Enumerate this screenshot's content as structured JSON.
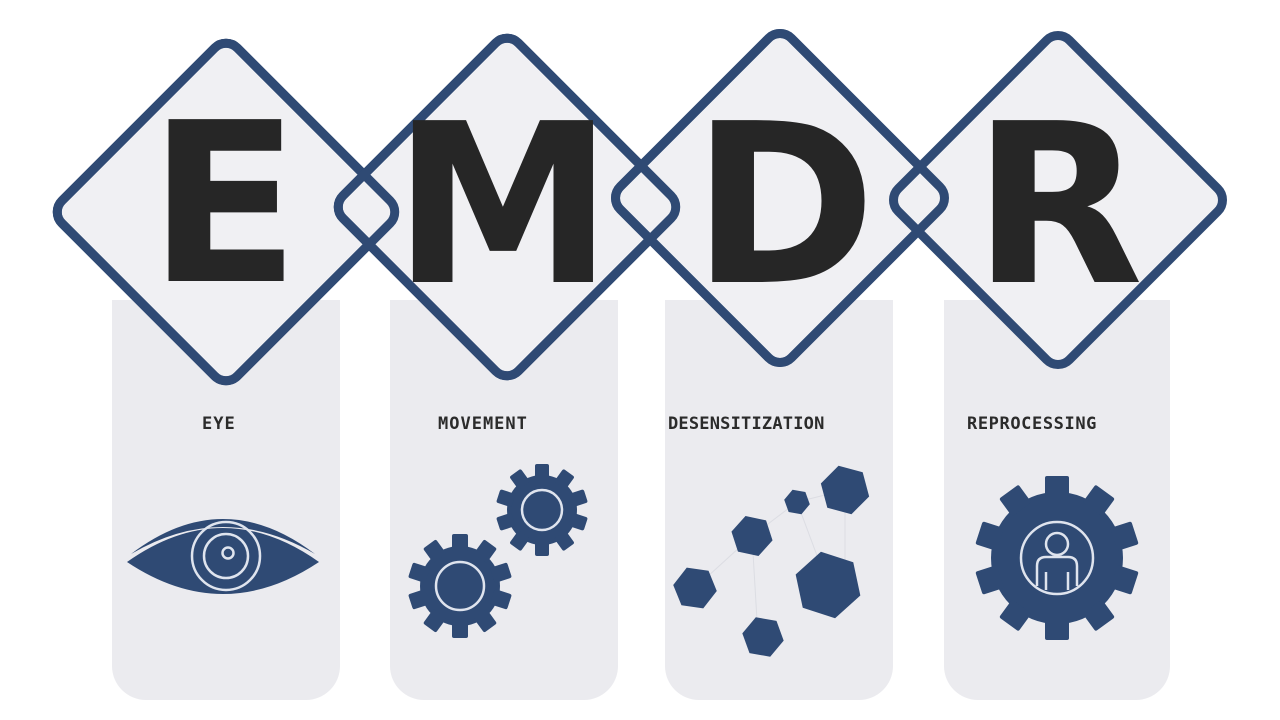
{
  "title": "EMDR",
  "colors": {
    "background": "#ffffff",
    "column_fill": "#ebebef",
    "diamond_fill": "#f0f0f3",
    "accent_navy": "#2f4a74",
    "letter_color": "#262626",
    "label_color": "#2b2b2b"
  },
  "letters": [
    {
      "letter": "E",
      "word": "EYE",
      "icon": "eye-icon"
    },
    {
      "letter": "M",
      "word": "MOVEMENT",
      "icon": "gears-icon"
    },
    {
      "letter": "D",
      "word": "DESENSITIZATION",
      "icon": "hexagons-icon"
    },
    {
      "letter": "R",
      "word": "REPROCESSING",
      "icon": "gear-person-icon"
    }
  ]
}
